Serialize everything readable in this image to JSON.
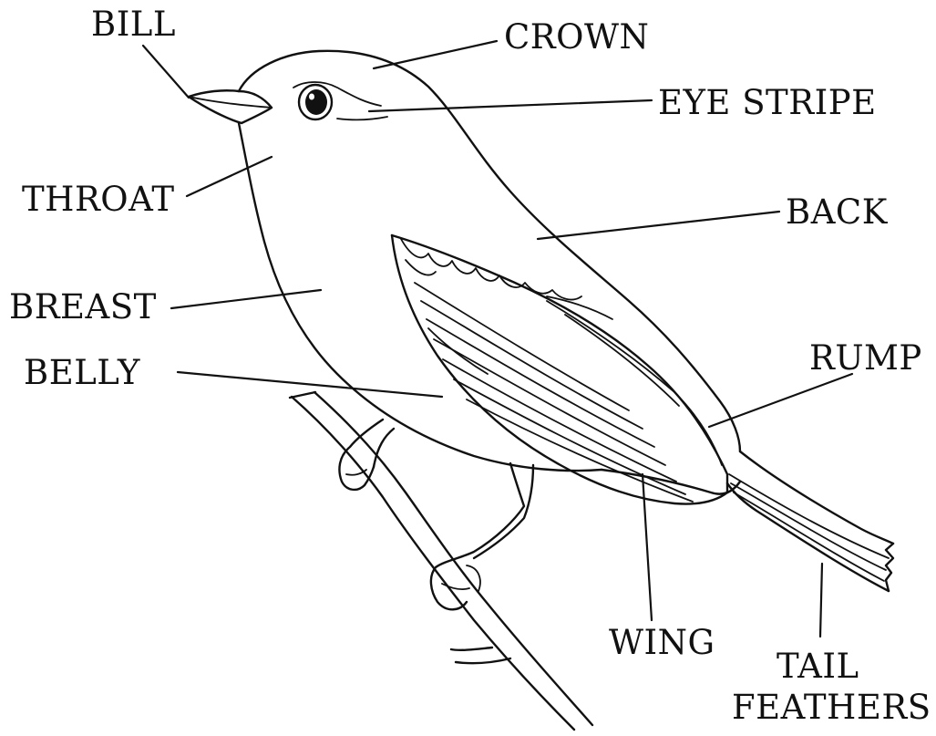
{
  "labels": {
    "bill": "BILL",
    "crown": "CROWN",
    "eye_stripe": "EYE STRIPE",
    "throat": "THROAT",
    "back": "BACK",
    "breast": "BREAST",
    "belly": "BELLY",
    "rump": "RUMP",
    "wing": "WING",
    "tail_feathers_line1": "TAIL",
    "tail_feathers_line2": "FEATHERS"
  },
  "colors": {
    "ink": "#111111",
    "paper": "#ffffff"
  }
}
